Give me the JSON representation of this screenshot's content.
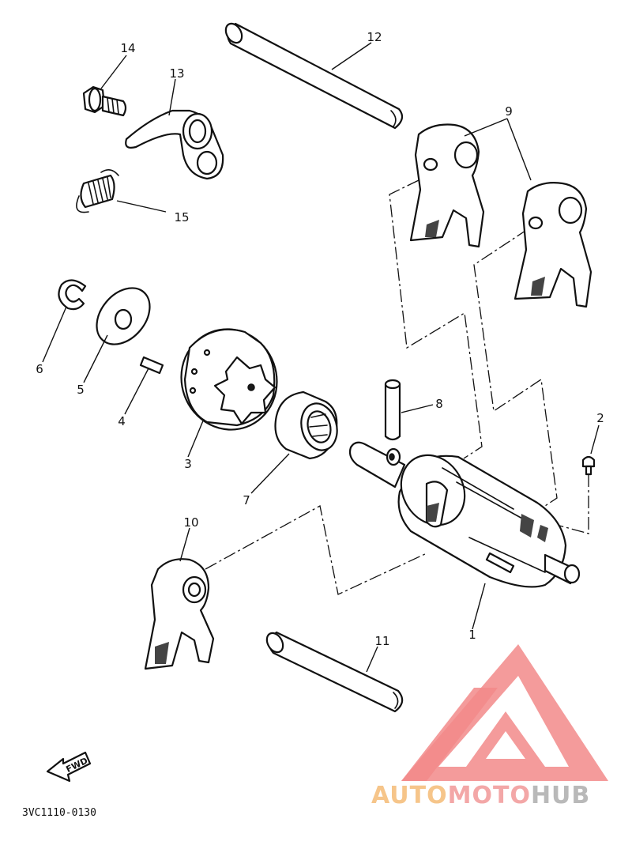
{
  "diagram": {
    "callouts": {
      "p1": "1",
      "p2": "2",
      "p3": "3",
      "p4": "4",
      "p5": "5",
      "p6": "6",
      "p7": "7",
      "p8": "8",
      "p9": "9",
      "p10": "10",
      "p11": "11",
      "p12": "12",
      "p13": "13",
      "p14": "14",
      "p15": "15"
    },
    "fwd_arrow": "FWD",
    "drawing_code": "3VC1110-0130"
  },
  "watermark": {
    "part1": "AUTO",
    "part2": "MOTO",
    "part3": "HUB",
    "colors": {
      "auto": "#f6c58a",
      "moto": "#f3a7a7",
      "hub": "#b9b9b9",
      "logo": "#f28a8a"
    }
  }
}
